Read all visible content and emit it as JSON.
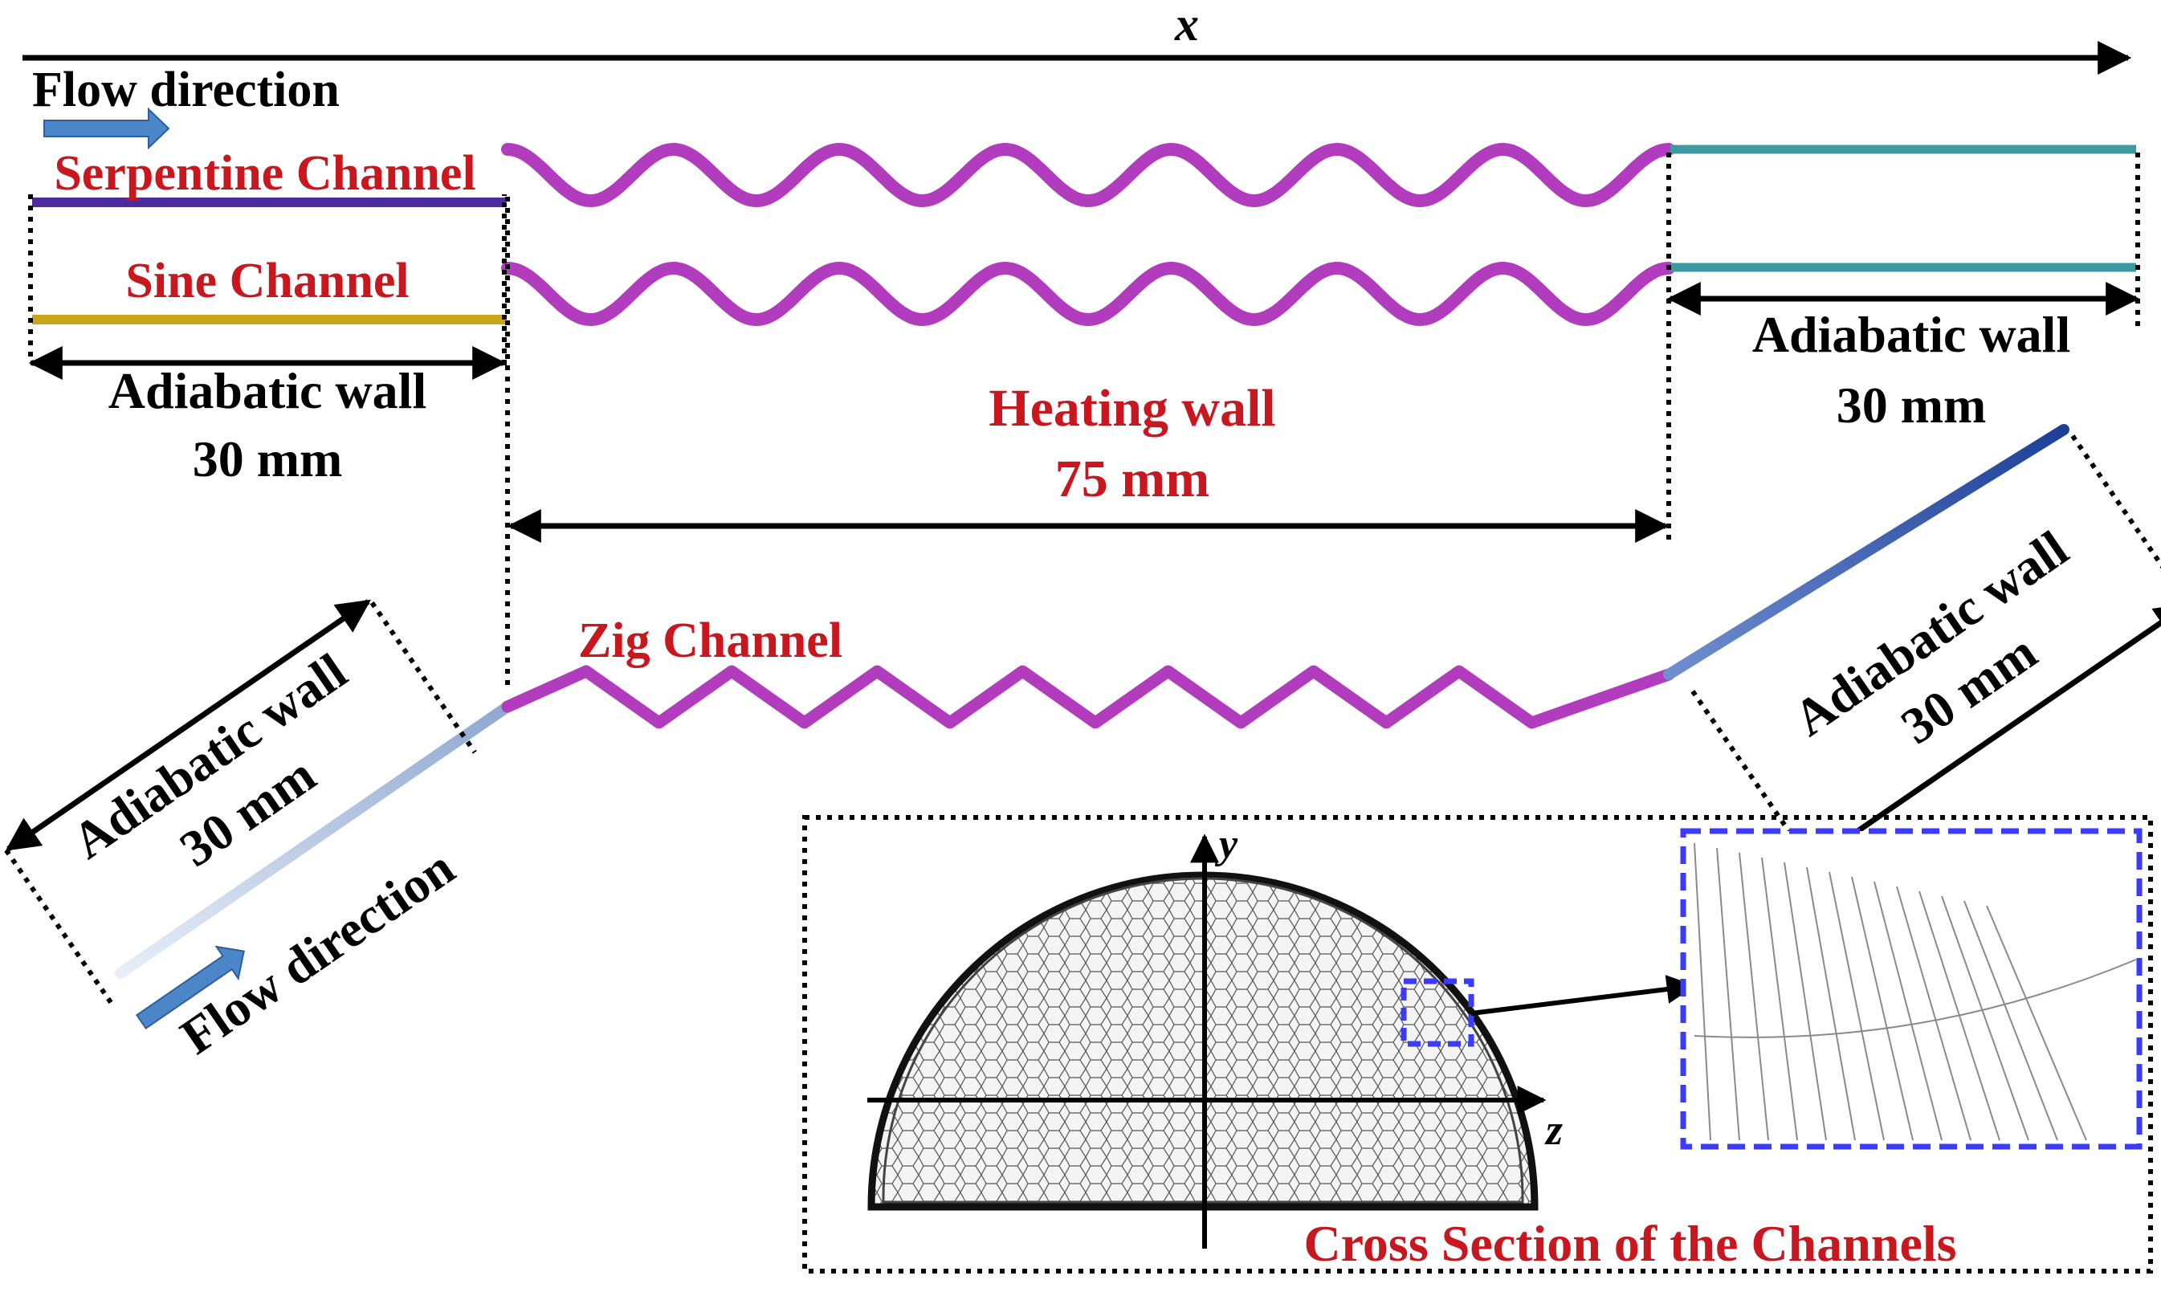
{
  "axis_x_label": "x",
  "axis_y_label": "y",
  "axis_z_label": "z",
  "flow_direction_top": "Flow direction",
  "flow_direction_bottom": "Flow direction",
  "serpentine_channel": "Serpentine Channel",
  "sine_channel": "Sine Channel",
  "zig_channel": "Zig Channel",
  "adiabatic_wall_label": "Adiabatic wall",
  "adiabatic_wall_length": "30 mm",
  "heating_wall_label": "Heating wall",
  "heating_wall_length": "75 mm",
  "cross_section_label": "Cross Section of the Channels",
  "colors": {
    "label_red": "#c8171e",
    "label_black": "#000000",
    "channel_magenta": "#c040c8",
    "serpentine_inlet": "#4b2b9e",
    "sine_inlet": "#c9a51e",
    "outlet_teal": "#3c9aa0",
    "zig_inlet": "#a9bedd",
    "zig_outlet": "#2850a8",
    "flow_arrow": "#4a86c8",
    "zoom_box": "#3b3bff"
  }
}
